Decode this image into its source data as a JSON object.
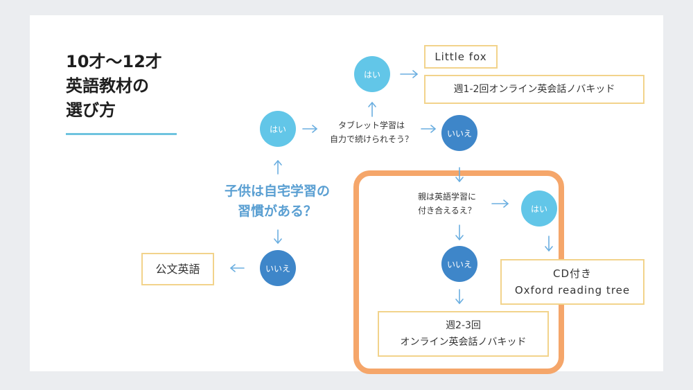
{
  "title": {
    "line1": "10才〜12才",
    "line2": "英語教材の",
    "line3": "選び方"
  },
  "start_question": {
    "line1": "子供は自宅学習の",
    "line2": "習慣がある？"
  },
  "q_tablet": {
    "line1": "タブレット学習は",
    "line2": "自力で続けられそう？"
  },
  "q_parent": {
    "line1": "親は英語学習に",
    "line2": "付き合えるえ？"
  },
  "yes_label": "はい",
  "no_label": "いいえ",
  "results": {
    "kumon": "公文英語",
    "little_fox": "Little fox",
    "online_1_2": "週1-2回オンライン英会話ノバキッド",
    "online_2_3_line1": "週2-3回",
    "online_2_3_line2": "オンライン英会話ノバキッド",
    "oxford_line1": "CD付き",
    "oxford_line2": "Oxford reading tree"
  },
  "colors": {
    "yes_circle": "#62c6e8",
    "no_circle": "#3e86c9",
    "arrow": "#6aaee0",
    "result_border": "#f2d38b",
    "highlight_border": "#f5a66a",
    "question_text": "#5a9fd2"
  }
}
